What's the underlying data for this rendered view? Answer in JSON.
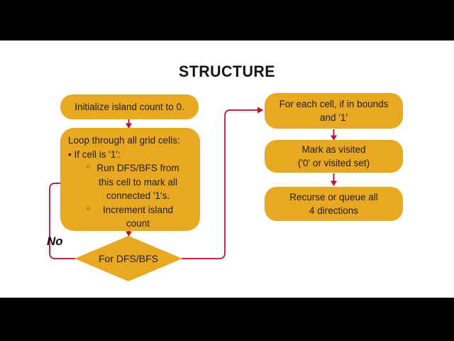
{
  "title": "STRUCTURE",
  "flow": {
    "init_box": {
      "label": "Initialize island count to 0."
    },
    "loop_box": {
      "line1": "Loop through all grid cells:",
      "line2": "• If cell is '1':",
      "sub1": {
        "bullet": "○",
        "lines": [
          "Run DFS/BFS from",
          "this cell to mark all",
          "connected '1's."
        ]
      },
      "sub2": {
        "bullet": "○",
        "lines": [
          "Increment island",
          "count"
        ]
      }
    },
    "decision": {
      "label": "For DFS/BFS"
    },
    "no_label": "No",
    "right": [
      {
        "lines": [
          "For each cell, if in bounds",
          "and '1'"
        ]
      },
      {
        "lines": [
          "Mark as visited",
          "('0' or visited set)"
        ]
      },
      {
        "lines": [
          "Recurse or queue all",
          "4 directions"
        ]
      }
    ]
  },
  "colors": {
    "node_fill": "#E8A821",
    "connector": "#A61226",
    "arrowhead": "#C1122C",
    "text": "#232020",
    "letterbox": "#000000",
    "background": "#FFFFFF"
  }
}
